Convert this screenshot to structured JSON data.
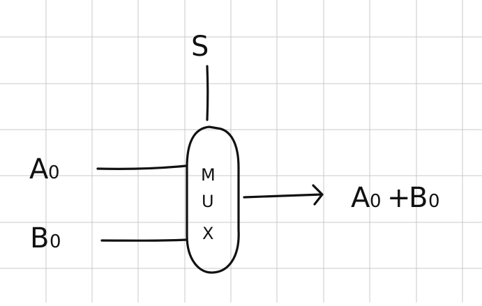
{
  "diagram": {
    "select_label": "S",
    "input_a": {
      "letter": "A",
      "subscript": "0"
    },
    "input_b": {
      "letter": "B",
      "subscript": "0"
    },
    "mux_letters": [
      "M",
      "U",
      "X"
    ],
    "output": {
      "a_letter": "A",
      "a_subscript": "0",
      "operator": "+",
      "b_letter": "B",
      "b_subscript": "0"
    }
  },
  "colors": {
    "grid": "#c8c8c8",
    "ink": "#111111",
    "background": "#ffffff"
  }
}
